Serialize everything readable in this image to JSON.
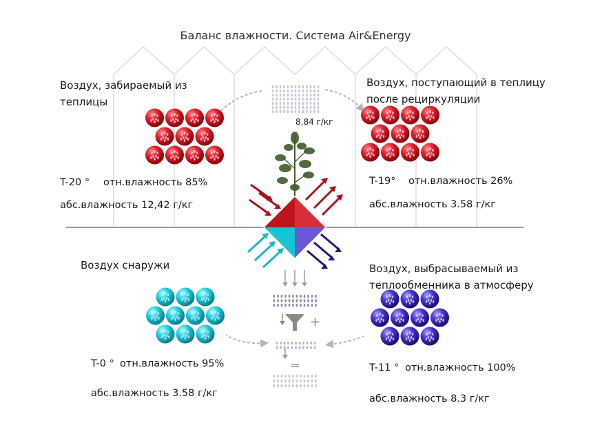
{
  "title": "Баланс влажности. Система Air&Energy",
  "plant_value": "8,84 г/кг",
  "groups": {
    "greenhouse_in": {
      "label": "Воздух, забираемый из теплицы",
      "temp": "T-20  °",
      "rh": "отн.влажность  85%",
      "abs": "абс.влажность 12,42 г/кг",
      "color": "#d0141e"
    },
    "recirc": {
      "label": "Воздух, поступающий в теплицу после рециркуляции",
      "temp": "T-19°",
      "rh": "отн.влажность  26%",
      "abs": "абс.влажность 3.58 г/кг",
      "color": "#d0141e"
    },
    "outside": {
      "label": "Воздух снаружи",
      "temp": "T-0 °",
      "rh": "отн.влажность 95%",
      "abs": "абс.влажность 3.58 г/кг",
      "color": "#14c8d4"
    },
    "exhaust": {
      "label": "Воздух, выбрасываемый из теплообменника в атмосферу",
      "temp": "T-11 °",
      "rh": "отн.влажность 100%",
      "abs": "абс.влажность 8.3 г/кг",
      "color": "#3a2db8"
    }
  },
  "operators": {
    "plus": "+",
    "equals": "="
  },
  "icons": [
    "plant-icon",
    "heat-exchanger-icon",
    "funnel-icon",
    "water-drops-icon"
  ]
}
